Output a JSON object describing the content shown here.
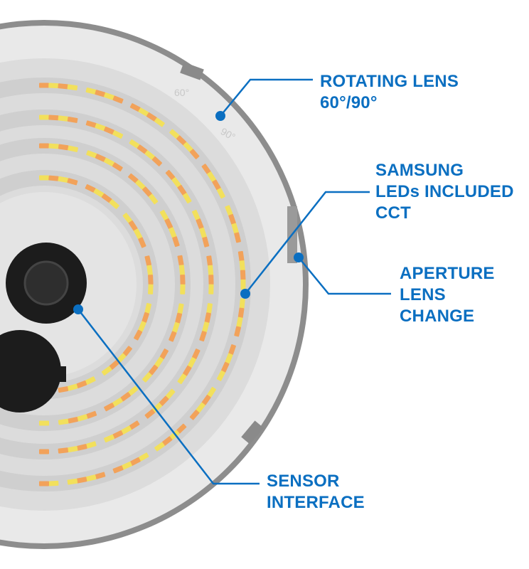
{
  "colors": {
    "accent": "#0b6fc1",
    "led_warm": "#f2a25a",
    "led_cool": "#f2e05c",
    "housing": "#8d8d8d",
    "sensor": "#1c1c1c"
  },
  "lens_markings": {
    "a": "60°",
    "b": "90°"
  },
  "callouts": [
    {
      "id": "rotating-lens",
      "lines": [
        "ROTATING LENS",
        "60°/90°"
      ]
    },
    {
      "id": "samsung-leds",
      "lines": [
        "SAMSUNG",
        "LEDs INCLUDED",
        "CCT"
      ]
    },
    {
      "id": "aperture-lens",
      "lines": [
        "APERTURE",
        "LENS",
        "CHANGE"
      ]
    },
    {
      "id": "sensor-interface",
      "lines": [
        "SENSOR",
        "INTERFACE"
      ]
    }
  ]
}
